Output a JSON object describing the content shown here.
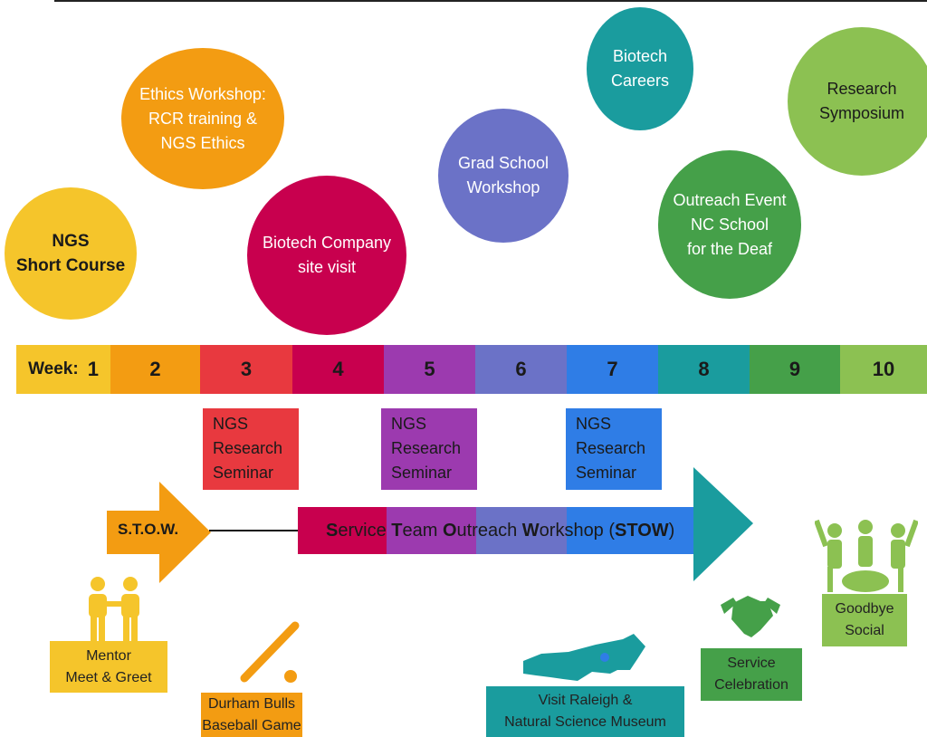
{
  "colors": {
    "yellow": "#f5c52b",
    "orange": "#f39c12",
    "red": "#e8393f",
    "crimson": "#c8004e",
    "purple": "#9c3aaf",
    "periwinkle": "#6b72c7",
    "blue": "#2f7de6",
    "teal": "#1a9c9e",
    "green": "#45a049",
    "lightgreen": "#8cc152"
  },
  "circles": [
    {
      "text": "NGS\nShort Course",
      "color": "#f5c52b",
      "bold": true
    },
    {
      "text": "Ethics Workshop:\nRCR training &\nNGS Ethics",
      "color": "#f39c12"
    },
    {
      "text": "Biotech Company\nsite visit",
      "color": "#c8004e"
    },
    {
      "text": "Grad School\nWorkshop",
      "color": "#6b72c7"
    },
    {
      "text": "Biotech\nCareers",
      "color": "#1a9c9e"
    },
    {
      "text": "Outreach Event\nNC School\nfor the Deaf",
      "color": "#45a049"
    },
    {
      "text": "Research\nSymposium",
      "color": "#8cc152"
    }
  ],
  "timeline": {
    "label": "Week:",
    "weeks": [
      "1",
      "2",
      "3",
      "4",
      "5",
      "6",
      "7",
      "8",
      "9",
      "10"
    ]
  },
  "seminars": [
    {
      "text": "NGS\nResearch\nSeminar",
      "color": "#e8393f"
    },
    {
      "text": "NGS\nResearch\nSeminar",
      "color": "#9c3aaf"
    },
    {
      "text": "NGS\nResearch\nSeminar",
      "color": "#2f7de6"
    }
  ],
  "stow": {
    "short_label": "S.T.O.W.",
    "long_parts": [
      "S",
      "ervice ",
      "T",
      "eam ",
      "O",
      "utreach ",
      "W",
      "orkshop (",
      "STOW",
      ")"
    ]
  },
  "activities": [
    {
      "text": "Mentor\nMeet & Greet",
      "color": "#f5c52b",
      "icon": "mentors-icon"
    },
    {
      "text": "Durham Bulls\nBaseball Game",
      "color": "#f39c12",
      "icon": "baseball-icon"
    },
    {
      "text": "Visit Raleigh &\nNatural Science Museum",
      "color": "#1a9c9e",
      "icon": "nc-map-icon"
    },
    {
      "text": "Service\nCelebration",
      "color": "#45a049",
      "icon": "handshake-icon"
    },
    {
      "text": "Goodbye\nSocial",
      "color": "#8cc152",
      "icon": "group-celebration-icon"
    }
  ]
}
